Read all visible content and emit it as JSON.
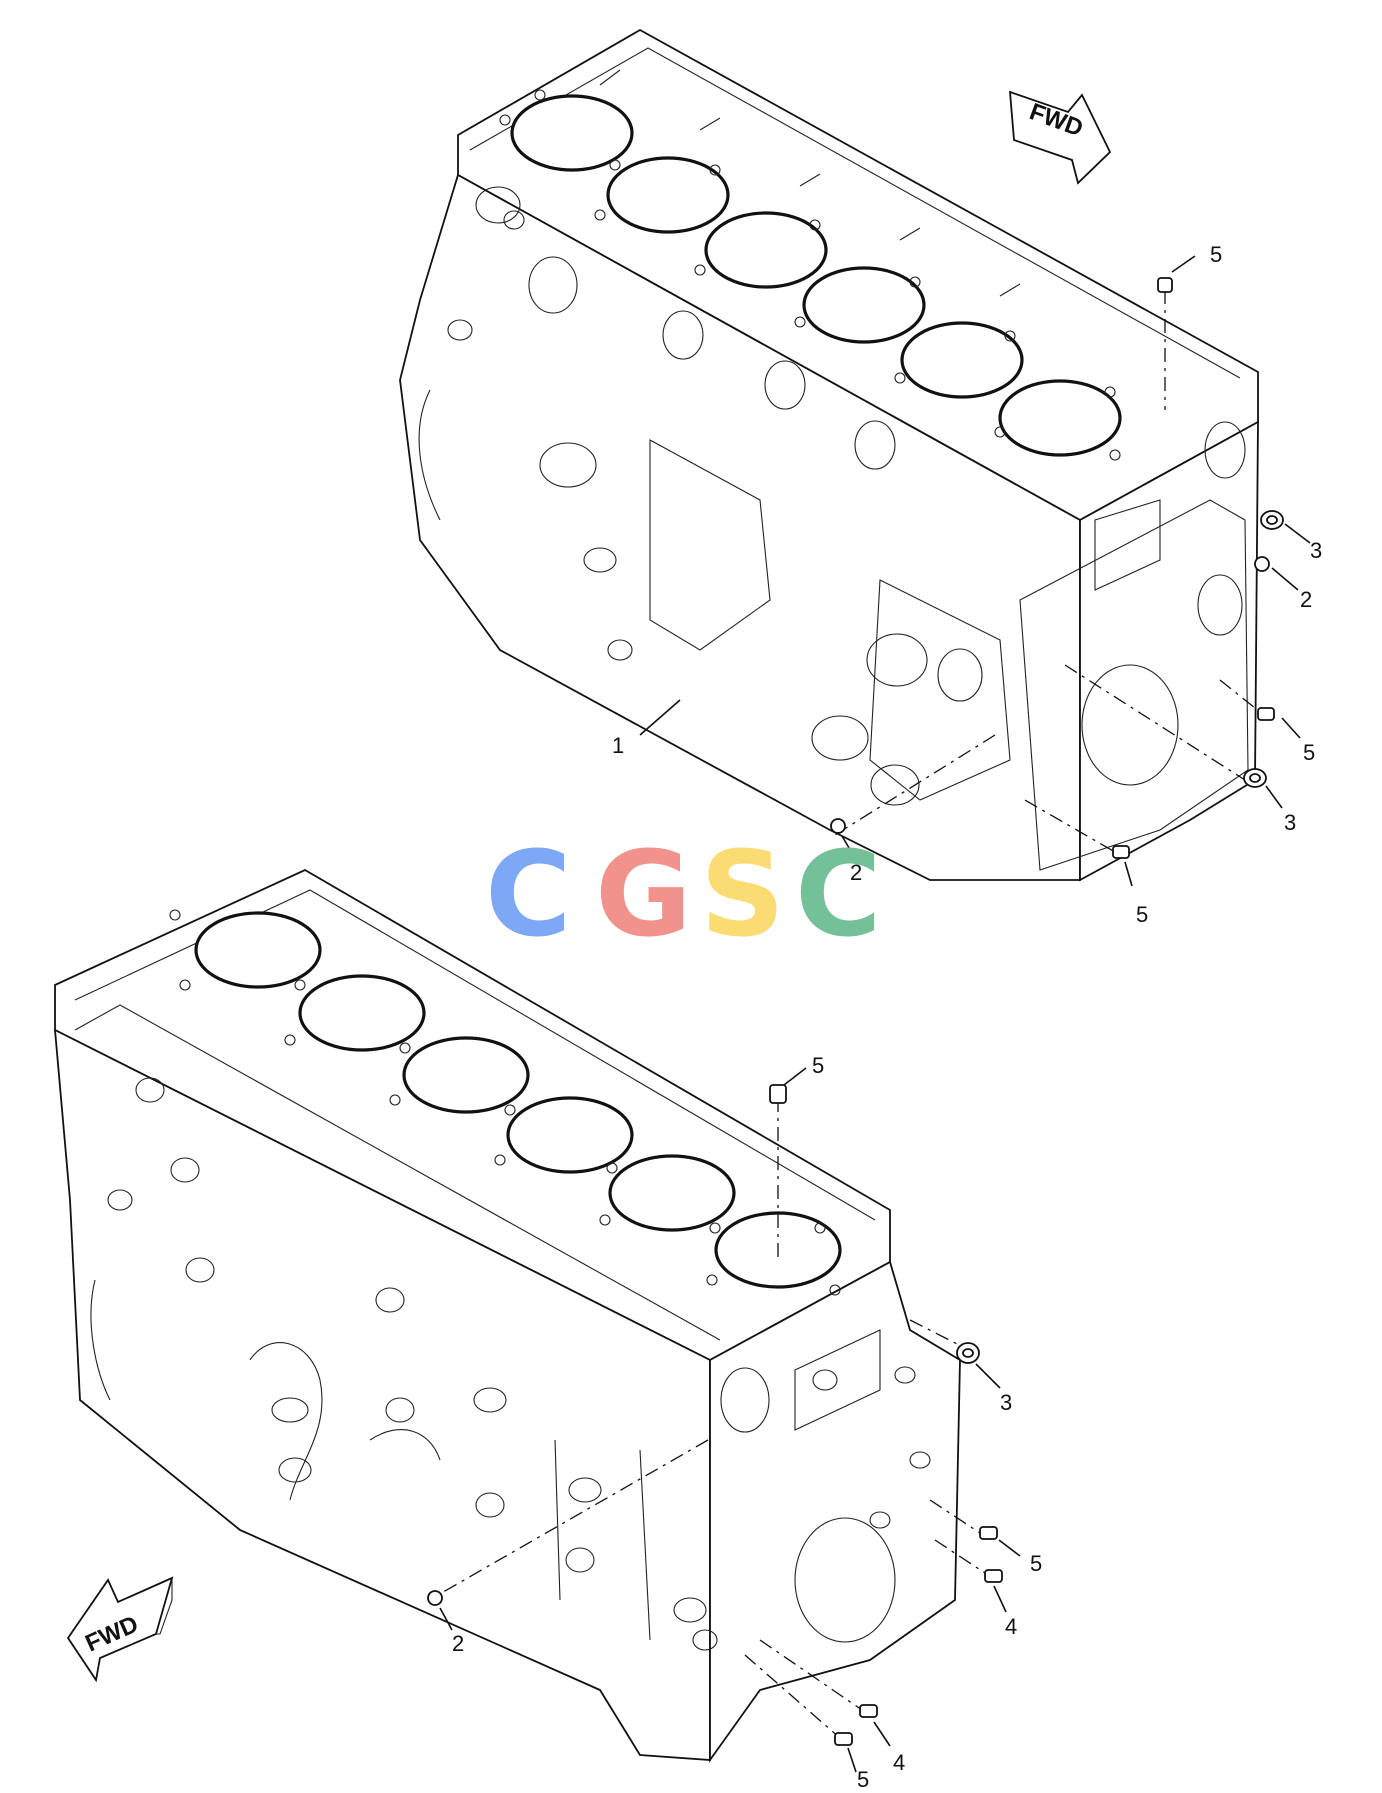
{
  "diagram": {
    "upper_block": {
      "fwd_label": "FWD",
      "callouts": [
        "5",
        "3",
        "2",
        "5",
        "3",
        "2",
        "5",
        "1"
      ]
    },
    "lower_block": {
      "fwd_label": "FWD",
      "callouts": [
        "5",
        "3",
        "5",
        "4",
        "2",
        "4",
        "5"
      ]
    },
    "watermark": {
      "letters": [
        "C",
        "G",
        "S",
        "C"
      ],
      "colors": [
        "#7ea8f5",
        "#f2928c",
        "#fbdc73",
        "#74c098"
      ]
    }
  }
}
